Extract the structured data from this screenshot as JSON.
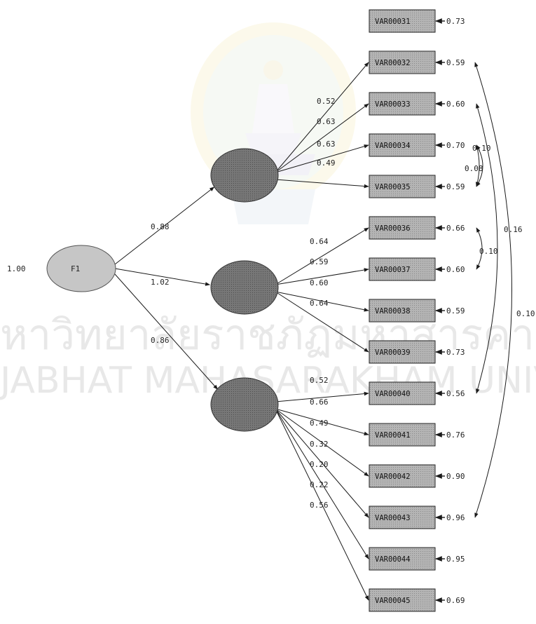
{
  "model": {
    "second_order": {
      "label": "F1",
      "variance": "1.00"
    },
    "factors": [
      {
        "loading": "0.88"
      },
      {
        "loading": "1.02"
      },
      {
        "loading": "0.86"
      }
    ]
  },
  "indicators": [
    {
      "name": "VAR00031",
      "factor": 0,
      "loading": null,
      "error": "0.73"
    },
    {
      "name": "VAR00032",
      "factor": 0,
      "loading": "0.52",
      "error": "0.59"
    },
    {
      "name": "VAR00033",
      "factor": 0,
      "loading": "0.63",
      "error": "0.60"
    },
    {
      "name": "VAR00034",
      "factor": 0,
      "loading": "0.63",
      "error": "0.70"
    },
    {
      "name": "VAR00035",
      "factor": 0,
      "loading": "0.49",
      "error": "0.59"
    },
    {
      "name": "VAR00036",
      "factor": 1,
      "loading": "0.64",
      "error": "0.66"
    },
    {
      "name": "VAR00037",
      "factor": 1,
      "loading": "0.59",
      "error": "0.60"
    },
    {
      "name": "VAR00038",
      "factor": 1,
      "loading": "0.60",
      "error": "0.59"
    },
    {
      "name": "VAR00039",
      "factor": 1,
      "loading": "0.64",
      "error": "0.73"
    },
    {
      "name": "VAR00040",
      "factor": 2,
      "loading": "0.52",
      "error": "0.56"
    },
    {
      "name": "VAR00041",
      "factor": 2,
      "loading": "0.66",
      "error": "0.76"
    },
    {
      "name": "VAR00042",
      "factor": 2,
      "loading": "0.49",
      "error": "0.90"
    },
    {
      "name": "VAR00043",
      "factor": 2,
      "loading": "0.32",
      "error": "0.96"
    },
    {
      "name": "VAR00044",
      "factor": 2,
      "loading": "0.20",
      "error": "0.95"
    },
    {
      "name": "VAR00045",
      "factor": 2,
      "loading": "0.22",
      "error": "0.69"
    }
  ],
  "extra_loading_label": "0.56",
  "error_covariances": [
    {
      "from": "VAR00034",
      "to": "VAR00035",
      "value": "0.10"
    },
    {
      "from": "VAR00034",
      "to": "VAR00035",
      "value": "0.08"
    },
    {
      "from": "VAR00036",
      "to": "VAR00037",
      "value": "0.10"
    },
    {
      "from": "VAR00033",
      "to": "VAR00040",
      "value": "0.16"
    },
    {
      "from": "VAR00032",
      "to": "VAR00043",
      "value": "0.10"
    }
  ],
  "watermark": {
    "line1": "หาวิทยาลัยราชภัฏมหาสารคาม",
    "line2": "JABHAT MAHASARAKHAM UNIVE"
  },
  "colors": {
    "box_fill": "#a9a9a9",
    "factor_fill": "#6e6e6e",
    "second_order_fill": "#c6c6c6",
    "line": "#1a1a1a",
    "watermark": "#e6e6e6"
  }
}
